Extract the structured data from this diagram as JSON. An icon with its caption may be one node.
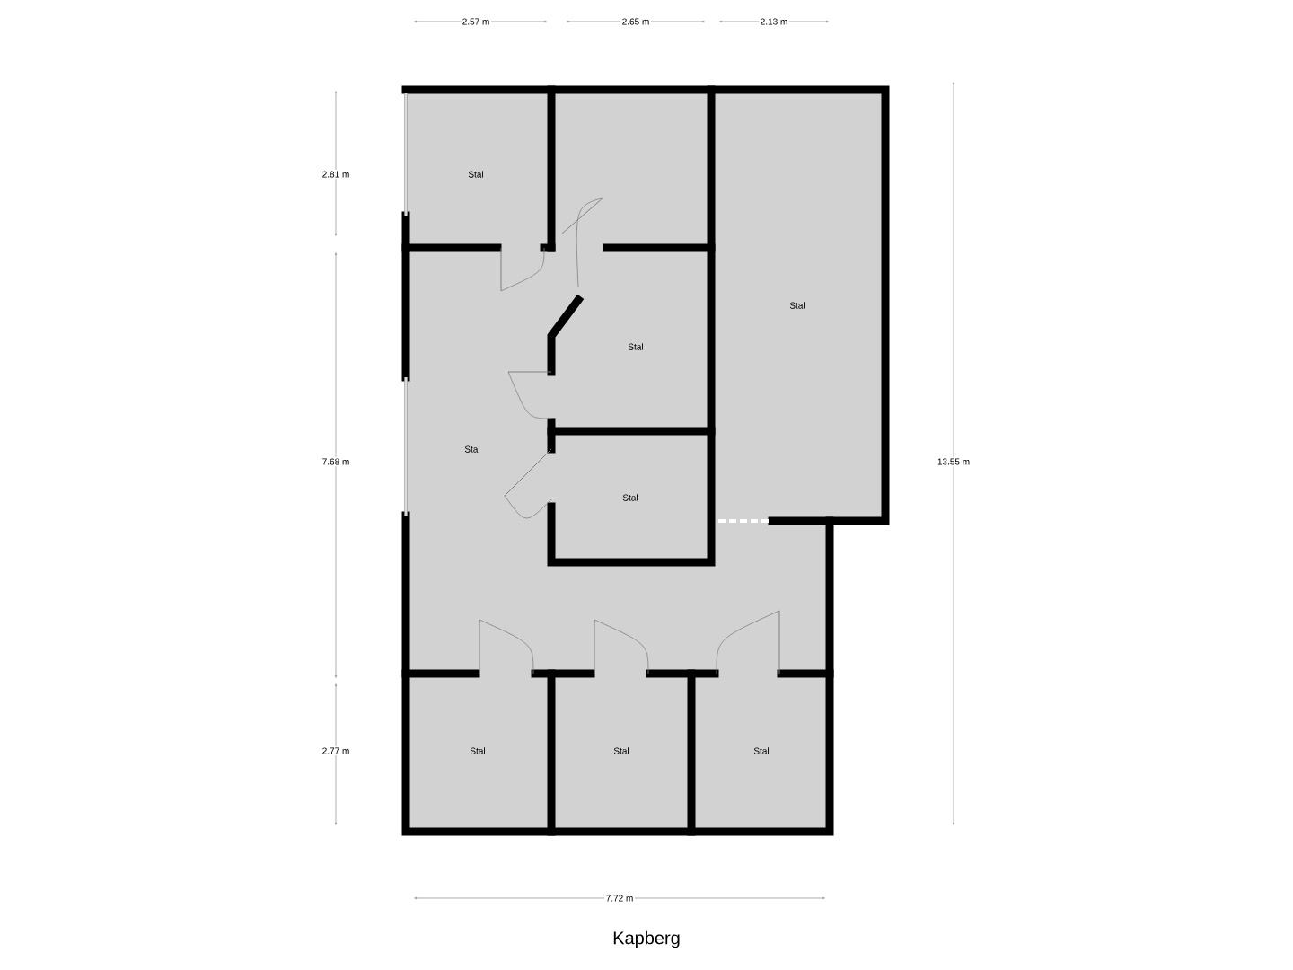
{
  "diagram": {
    "title": "Kapberg",
    "labels": [
      "2.57 m",
      "2.65 m",
      "2.13 m",
      "2.81 m",
      "Stal",
      "Stal",
      "Stal",
      "Stal",
      "7.68 m",
      "13.55 m",
      "Stal",
      "2.77 m",
      "Stal",
      "Stal",
      "Stal",
      "7.72 m"
    ]
  }
}
